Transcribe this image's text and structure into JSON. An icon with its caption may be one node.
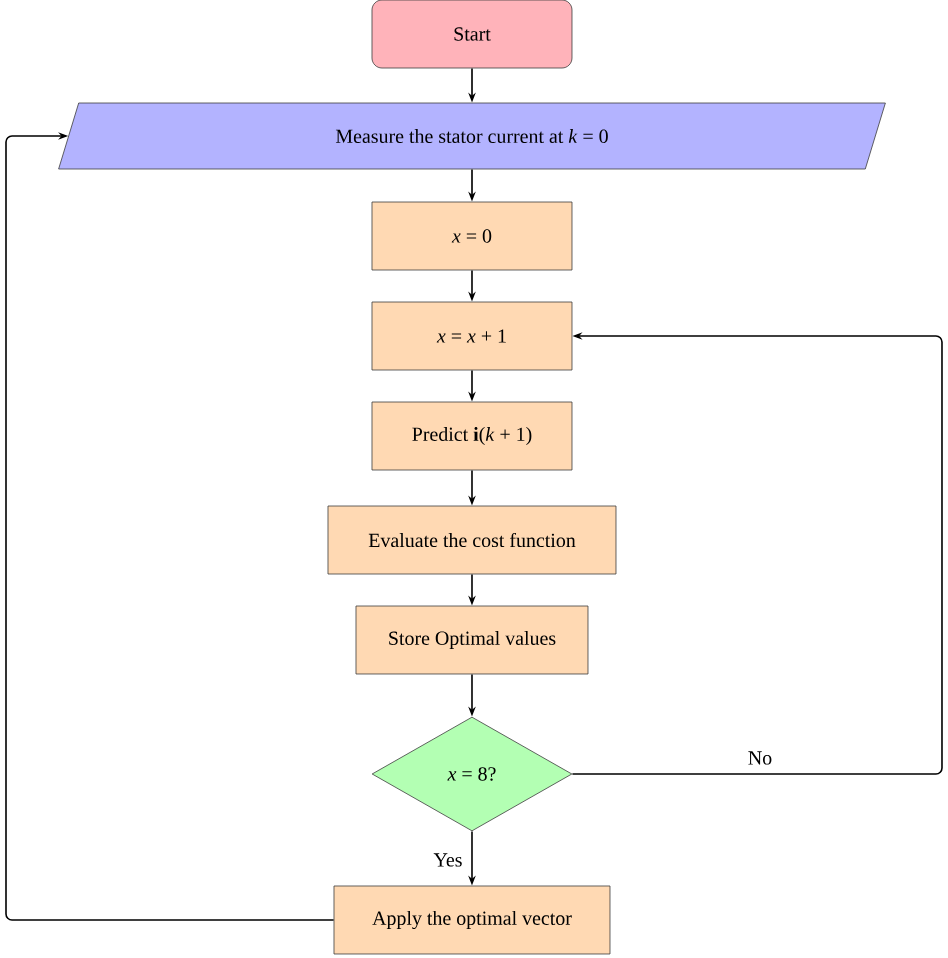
{
  "diagram": {
    "nodes": [
      {
        "text": [
          "Start"
        ]
      },
      {
        "text": [
          "Measure the stator current at *k* = 0"
        ]
      },
      {
        "text": [
          "*x* = 0"
        ]
      },
      {
        "text": [
          "*x* = *x* + 1"
        ]
      },
      {
        "text": [
          "Predict **i**(*k* + 1)"
        ]
      },
      {
        "text": [
          "Evaluate the cost function"
        ]
      },
      {
        "text": [
          "Store Optimal values"
        ]
      },
      {
        "text": [
          "*x* = 8?"
        ]
      },
      {
        "text": [
          "Apply the optimal vector"
        ]
      }
    ],
    "edges": [
      {
        "from": 0,
        "to": 1,
        "arrow": "to"
      },
      {
        "from": 1,
        "to": 2,
        "arrow": "to"
      },
      {
        "from": 2,
        "to": 3,
        "arrow": "to"
      },
      {
        "from": 3,
        "to": 4,
        "arrow": "to"
      },
      {
        "from": 4,
        "to": 5,
        "arrow": "to"
      },
      {
        "from": 5,
        "to": 6,
        "arrow": "to"
      },
      {
        "from": 6,
        "to": 7,
        "arrow": "to"
      },
      {
        "from": 7,
        "to": 8,
        "arrow": "to",
        "label": "Yes"
      },
      {
        "from": 7,
        "to": 3,
        "arrow": "to",
        "label": "No"
      },
      {
        "from": 8,
        "to": 1,
        "arrow": "to"
      }
    ]
  }
}
